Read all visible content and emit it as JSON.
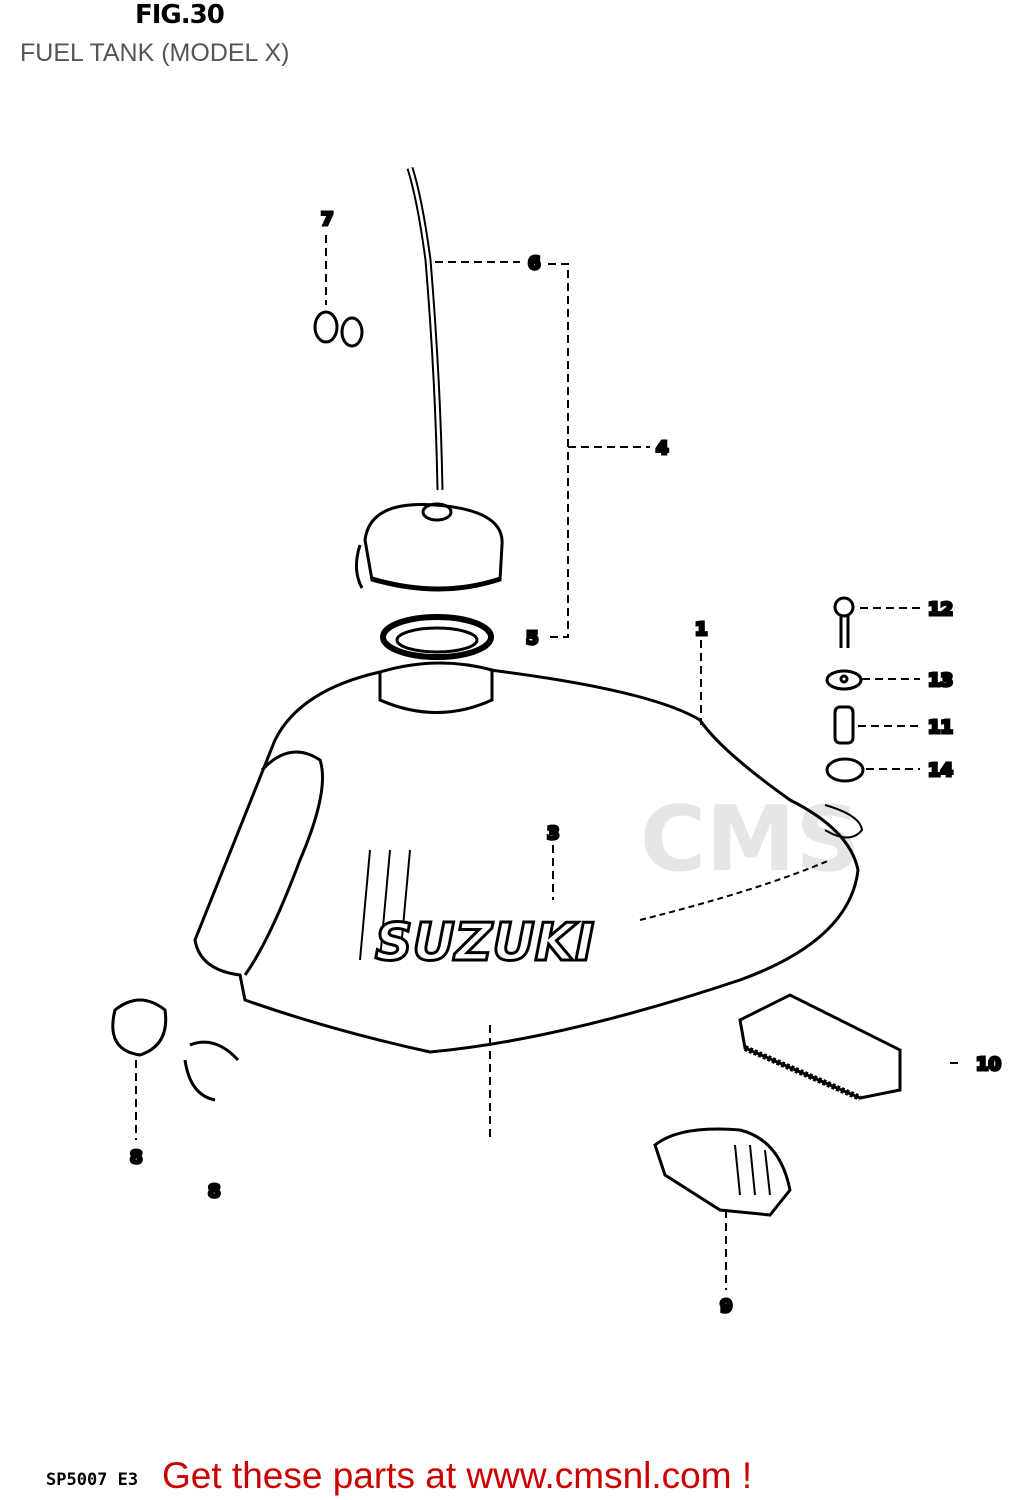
{
  "figure": {
    "number": "FIG.30",
    "title": "FUEL TANK (MODEL X)",
    "code": "SP5007 E3"
  },
  "watermark": "CMS",
  "tank_logo": "SUZUKI",
  "callouts": [
    "7",
    "6",
    "4",
    "5",
    "1",
    "12",
    "13",
    "11",
    "14",
    "3",
    "10",
    "8",
    "8",
    "9"
  ],
  "promo": {
    "text": "Get these parts at www.cmsnl.com !",
    "color": "#cc0000"
  }
}
